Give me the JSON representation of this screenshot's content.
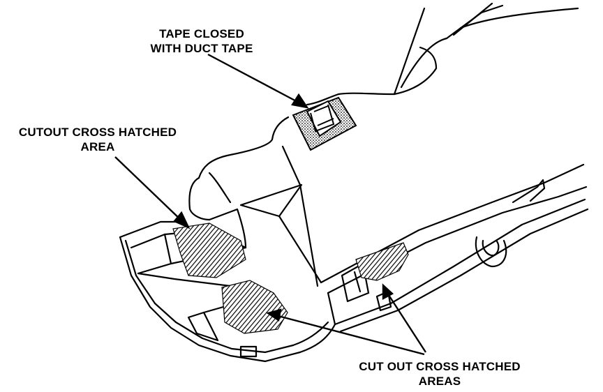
{
  "labels": {
    "tape_closed": [
      "TAPE CLOSED",
      "WITH DUCT TAPE"
    ],
    "cutout_area": [
      "CUTOUT CROSS HATCHED",
      "AREA"
    ],
    "cutout_areas": [
      "CUT OUT CROSS HATCHED",
      "AREAS"
    ]
  },
  "colors": {
    "ink": "#000000",
    "paper": "#ffffff"
  }
}
